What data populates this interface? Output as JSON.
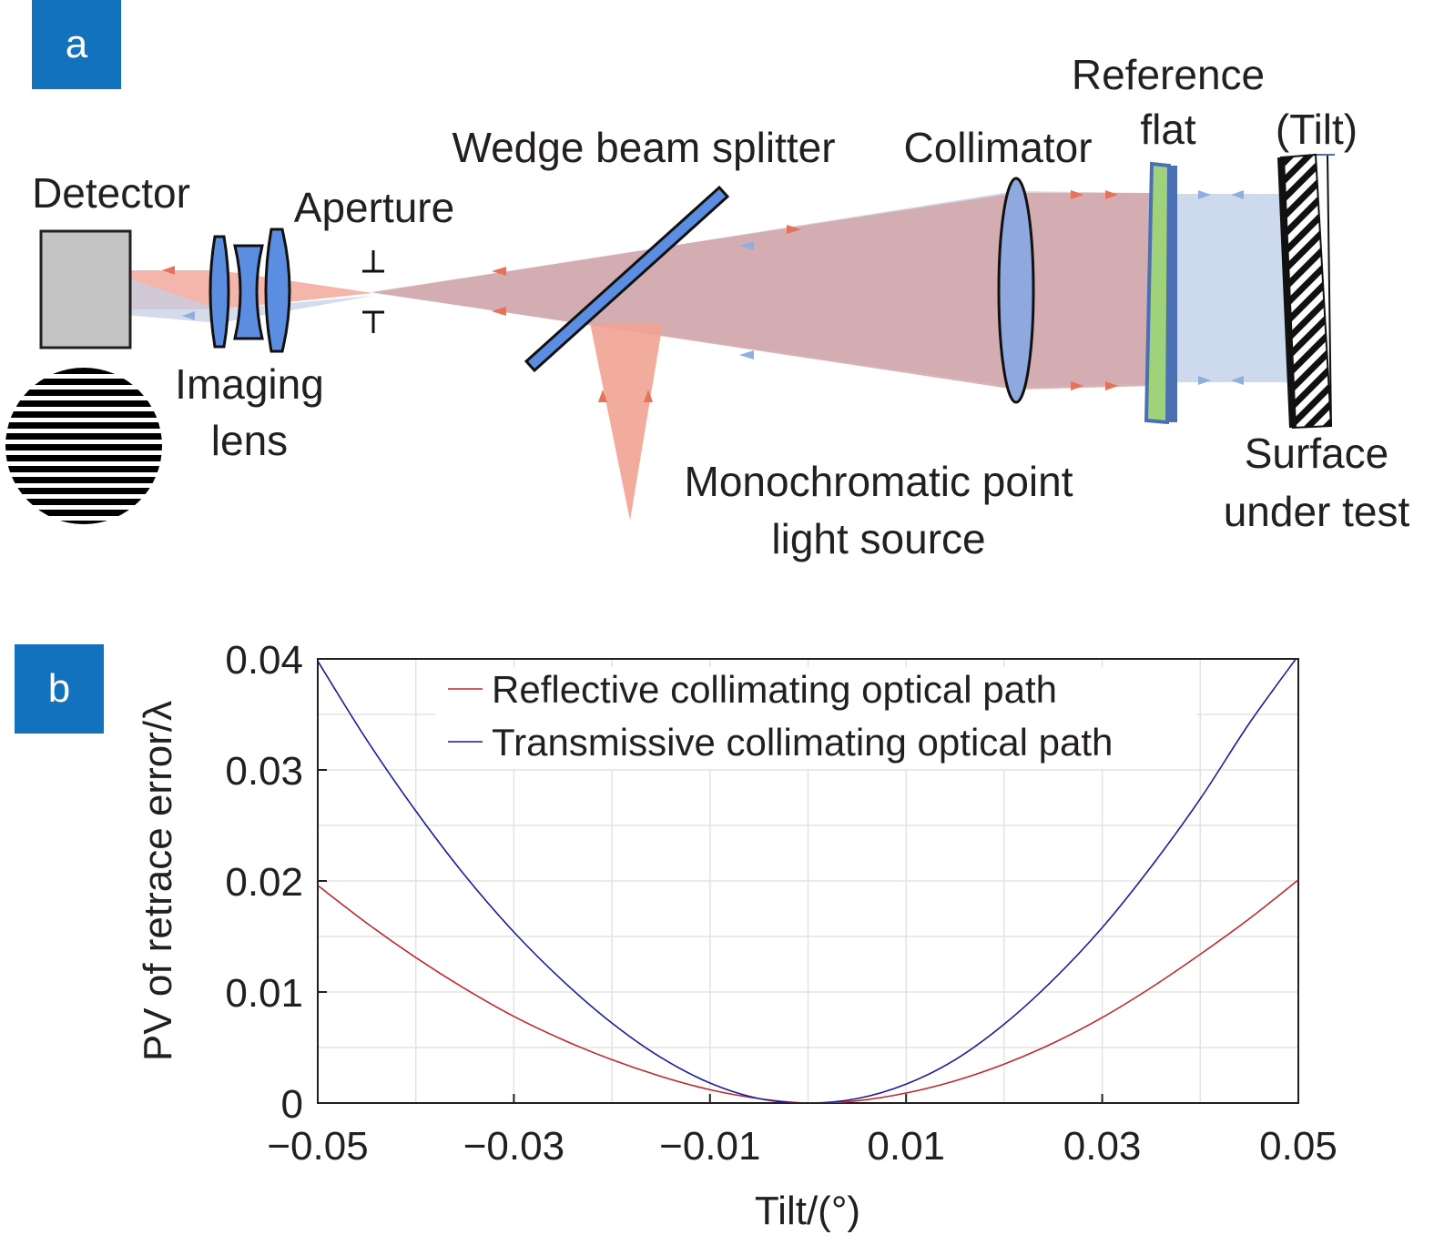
{
  "panel_a": {
    "tag": "a",
    "labels": {
      "detector": "Detector",
      "imaging_lens_1": "Imaging",
      "imaging_lens_2": "lens",
      "aperture": "Aperture",
      "wedge": "Wedge beam splitter",
      "collimator": "Collimator",
      "reference_1": "Reference",
      "reference_2": "flat",
      "tilt": "(Tilt)",
      "surface_1": "Surface",
      "surface_2": "under test",
      "source_1": "Monochromatic point",
      "source_2": "light source"
    }
  },
  "panel_b": {
    "tag": "b"
  },
  "chart_data": {
    "type": "line",
    "xlabel": "Tilt/(°)",
    "ylabel": "PV of retrace error/λ",
    "xlim": [
      -0.05,
      0.05
    ],
    "ylim": [
      0,
      0.04
    ],
    "xticks": [
      "−0.05",
      "−0.03",
      "−0.01",
      "0.01",
      "0.03",
      "0.05"
    ],
    "yticks": [
      "0",
      "0.01",
      "0.02",
      "0.03",
      "0.04"
    ],
    "grid": true,
    "legend_position": "top",
    "series": [
      {
        "name": "Reflective collimating optical path",
        "color": "#c0282d",
        "x": [
          -0.05,
          -0.045,
          -0.04,
          -0.035,
          -0.03,
          -0.025,
          -0.02,
          -0.015,
          -0.01,
          -0.005,
          0,
          0.005,
          0.01,
          0.015,
          0.02,
          0.025,
          0.03,
          0.035,
          0.04,
          0.045,
          0.05
        ],
        "y": [
          0.0196,
          0.0162,
          0.0131,
          0.0103,
          0.0078,
          0.0057,
          0.0039,
          0.0024,
          0.0012,
          0.0004,
          0.0,
          0.0002,
          0.0009,
          0.002,
          0.0035,
          0.0054,
          0.0077,
          0.0104,
          0.0134,
          0.0166,
          0.0201
        ]
      },
      {
        "name": "Transmissive collimating optical path",
        "color": "#1c1c9b",
        "x": [
          -0.05,
          -0.045,
          -0.04,
          -0.035,
          -0.03,
          -0.025,
          -0.02,
          -0.015,
          -0.01,
          -0.005,
          0,
          0.005,
          0.01,
          0.015,
          0.02,
          0.025,
          0.03,
          0.035,
          0.04,
          0.045,
          0.05
        ],
        "y": [
          0.0398,
          0.0327,
          0.0263,
          0.0205,
          0.0154,
          0.011,
          0.0072,
          0.0041,
          0.0018,
          0.0004,
          0.0,
          0.0004,
          0.0017,
          0.0039,
          0.0071,
          0.0111,
          0.0158,
          0.0213,
          0.0274,
          0.0342,
          0.0403
        ]
      }
    ]
  }
}
